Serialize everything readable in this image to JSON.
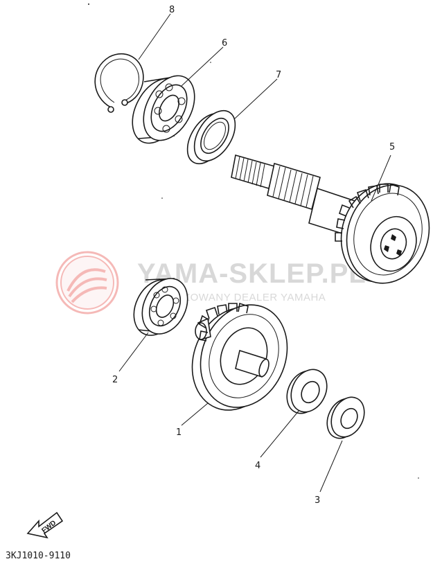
{
  "diagram": {
    "callouts": [
      {
        "id": "part-8",
        "label": "8"
      },
      {
        "id": "part-6",
        "label": "6"
      },
      {
        "id": "part-7",
        "label": "7"
      },
      {
        "id": "part-5",
        "label": "5"
      },
      {
        "id": "part-2",
        "label": "2"
      },
      {
        "id": "part-1",
        "label": "1"
      },
      {
        "id": "part-4",
        "label": "4"
      },
      {
        "id": "part-3",
        "label": "3"
      }
    ],
    "watermark": {
      "title": "YAMA-SKLEP.PL",
      "subtitle": "AUTORYZOWANY DEALER YAMAHA",
      "color": "#e53935"
    },
    "fwd_label": "FWD",
    "diagram_code": "3KJ1010-9110"
  }
}
